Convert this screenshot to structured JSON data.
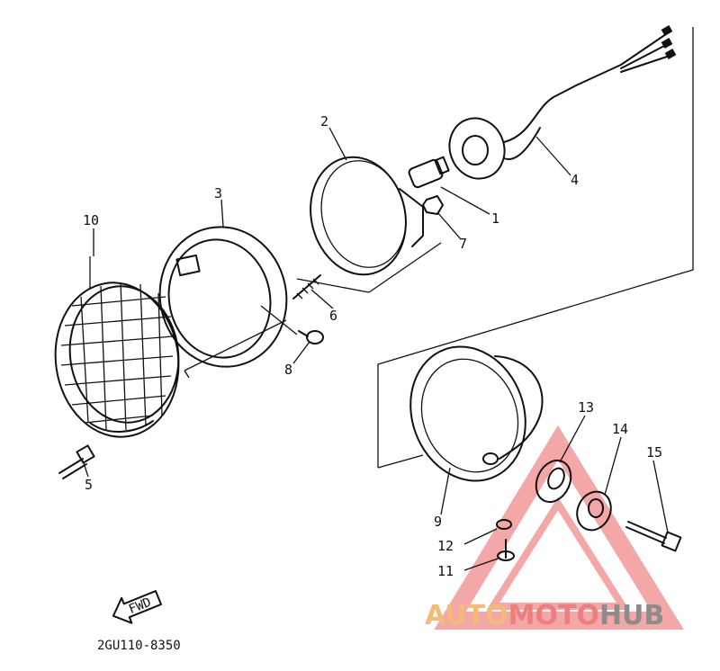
{
  "diagram": {
    "part_code": "2GU110-8350",
    "direction_arrow_label": "FWD",
    "callouts": [
      "1",
      "2",
      "3",
      "4",
      "5",
      "6",
      "7",
      "8",
      "9",
      "10",
      "11",
      "12",
      "13",
      "14",
      "15"
    ]
  },
  "watermark": {
    "text_part1": "AUTO",
    "text_part2": "MOTO",
    "text_part3": "HUB",
    "color_part1": "#f5b97a",
    "color_part2": "#ee7d7d",
    "color_part3": "#8c8c8c",
    "triangle_color": "#f08a8a"
  }
}
